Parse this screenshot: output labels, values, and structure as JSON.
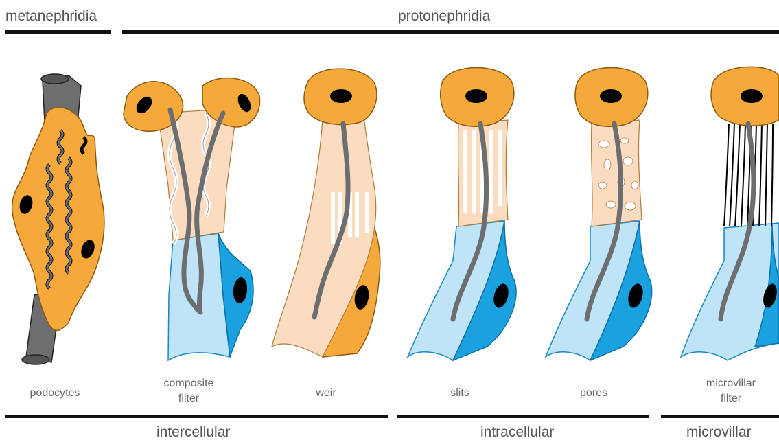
{
  "top_groups": {
    "metanephridia": "metanephridia",
    "protonephridia": "protonephridia"
  },
  "bottom_groups": {
    "intercellular": "intercellular",
    "intracellular": "intracellular",
    "microvillar": "microvillar"
  },
  "cells": {
    "podocytes": "podocytes",
    "composite_line1": "composite",
    "composite_line2": "filter",
    "weir": "weir",
    "slits": "slits",
    "pores": "pores",
    "microvillar_line1": "microvillar",
    "microvillar_line2": "filter"
  },
  "colors": {
    "terminal_cell": "#f5a93a",
    "filter_region": "#fbdcc0",
    "duct_light": "#bfe3f7",
    "duct_dark": "#1aa1e0",
    "tube_gray": "#6d6e70",
    "nucleus": "#000000"
  }
}
